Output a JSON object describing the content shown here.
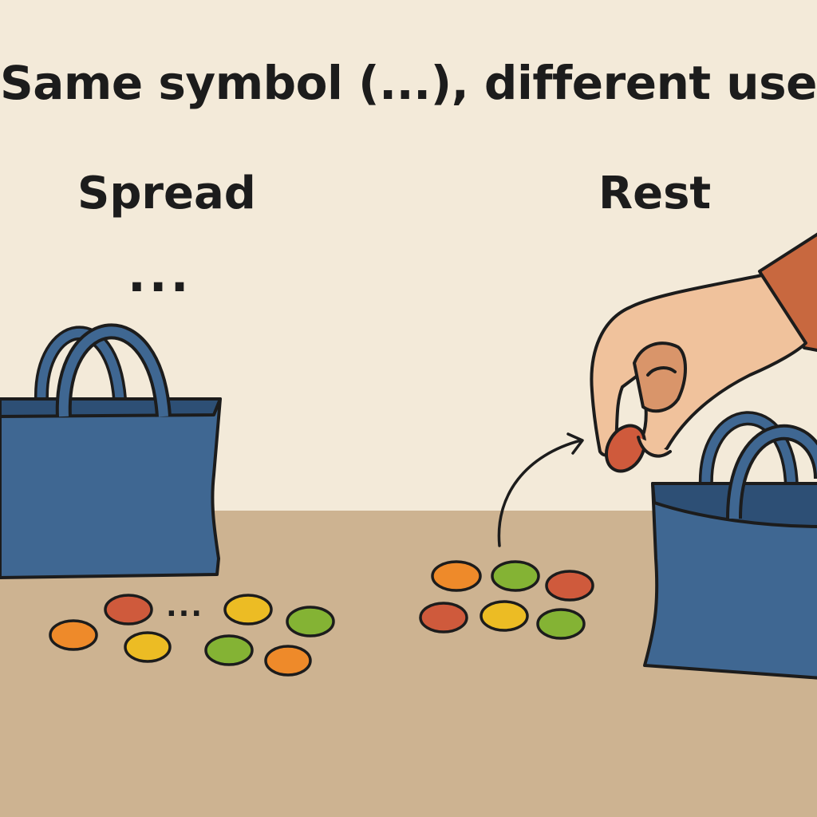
{
  "title": "Same symbol (...), different uses",
  "labels": {
    "spread": "Spread",
    "rest": "Rest"
  },
  "ellipsis_top": "...",
  "ellipsis_between_beads": "...",
  "colors": {
    "background": "#f3ead9",
    "table": "#cdb391",
    "bag": "#3f6792",
    "bag_dark": "#2d4f75",
    "outline": "#1c1c1c",
    "skin": "#f0c29c",
    "sleeve": "#c8683f",
    "bead_orange": "#ee8a2a",
    "bead_red": "#cf5a3c",
    "bead_yellow": "#ecbc24",
    "bead_green": "#84b334"
  },
  "icons": [
    "bag-icon",
    "hand-icon",
    "arrow-icon",
    "bead-icon"
  ]
}
